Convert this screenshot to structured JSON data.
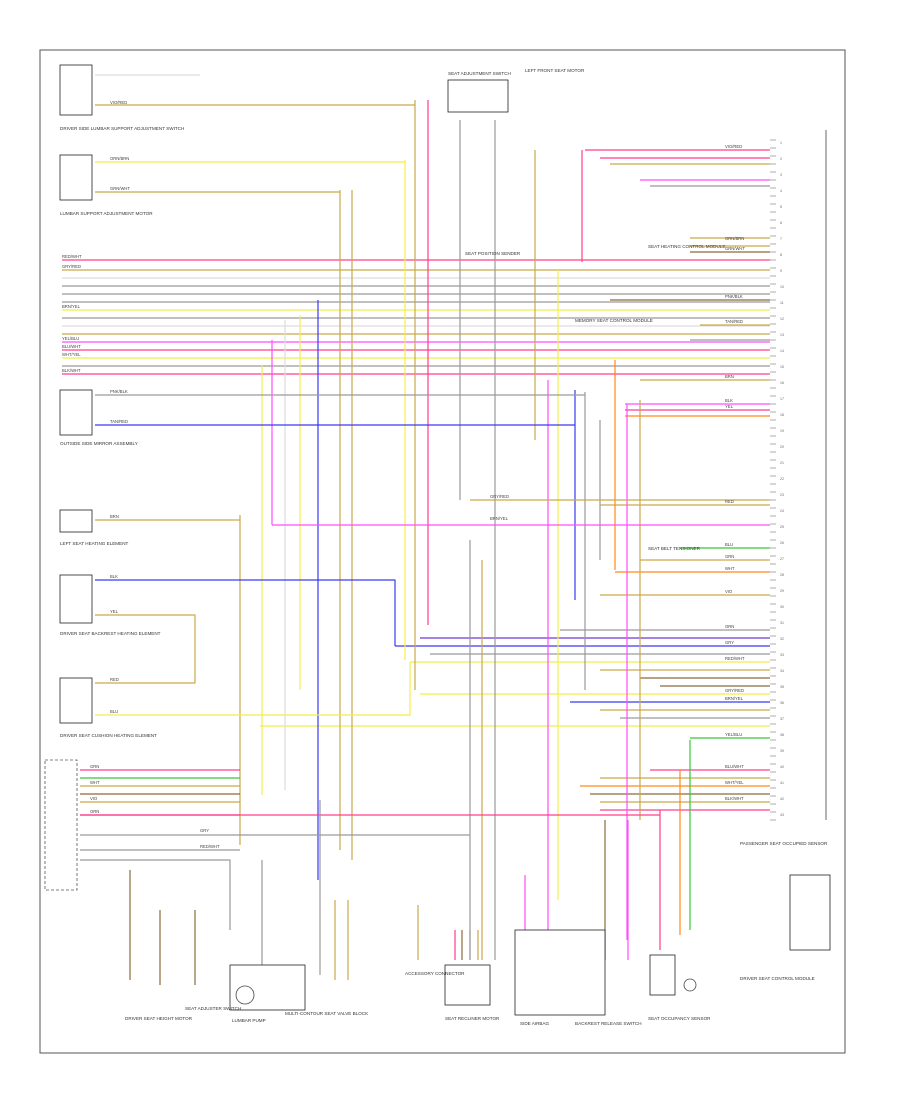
{
  "colors": {
    "pink": "#ff3d8b",
    "magenta": "#ff4dff",
    "yellow": "#f2ee4a",
    "tan": "#c9a94c",
    "brown": "#8b6a3a",
    "blue": "#3a3af0",
    "violet": "#6c3ad8",
    "orange": "#ff8a1c",
    "green": "#39c839",
    "gray": "#9a9a9a",
    "black": "#222222",
    "white": "#dddddd"
  },
  "components": {
    "left_column": [
      "DRIVER SIDE LUMBAR SUPPORT ADJUSTMENT SWITCH",
      "LUMBAR SUPPORT ADJUSTMENT MOTOR",
      "OUTSIDE SIDE MIRROR ASSEMBLY",
      "LEFT SEAT HEATING ELEMENT",
      "DRIVER SEAT BACKREST HEATING ELEMENT",
      "DRIVER SEAT CUSHION HEATING ELEMENT"
    ],
    "top_center": [
      "SEAT ADJUSTMENT SWITCH",
      "SEAT POSITION SENDER",
      "LEFT FRONT SEAT MOTOR"
    ],
    "right_column": [
      "SEAT HEATING CONTROL MODULE",
      "MEMORY SEAT CONTROL MODULE",
      "SEAT BELT TENSIONER",
      "PASSENGER SEAT OCCUPIED SENSOR",
      "DRIVER SEAT CONTROL MODULE"
    ],
    "bottom_row": [
      "DRIVER SEAT HEIGHT MOTOR",
      "SEAT ADJUSTER SWITCH",
      "LUMBAR PUMP",
      "MULTI-CONTOUR SEAT VALVE BLOCK",
      "ACCESSORY CONNECTOR",
      "SEAT RECLINER MOTOR",
      "SIDE AIRBAG",
      "BACKREST RELEASE SWITCH",
      "SEAT OCCUPANCY SENSOR"
    ]
  },
  "wire_labels": [
    "RED/WHT",
    "GRY/RED",
    "BRN/YEL",
    "YEL/BLU",
    "BLU/WHT",
    "WHT/YEL",
    "BLK/WHT",
    "VIO/RED",
    "ORN/BRN",
    "GRN/WHT",
    "PNK/BLK",
    "TAN/RED",
    "BRN",
    "BLK",
    "YEL",
    "RED",
    "BLU",
    "GRN",
    "WHT",
    "VIO",
    "ORN",
    "GRY"
  ],
  "footer": {
    "left_code": "",
    "center_caption": "",
    "right_code": ""
  }
}
